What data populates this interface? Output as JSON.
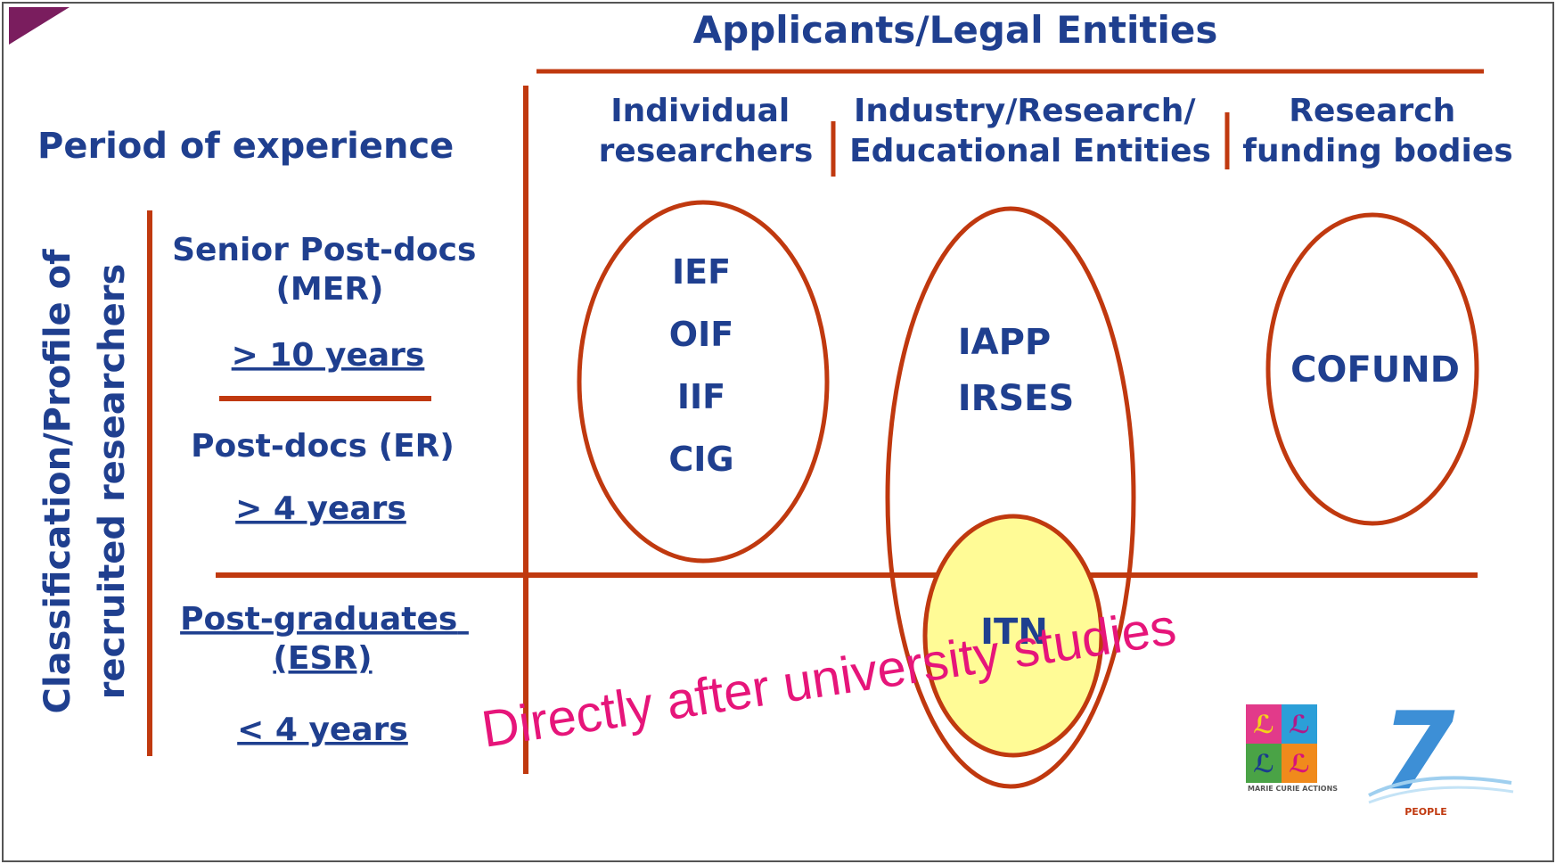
{
  "header": {
    "title": "Applicants/Legal Entities"
  },
  "columns": {
    "individual": [
      "Individual",
      "researchers"
    ],
    "industry": [
      "Industry/Research/",
      "Educational  Entities"
    ],
    "funding": [
      "Research",
      "funding bodies"
    ]
  },
  "rows": {
    "period_label": "Period of experience",
    "side_label": [
      "Classification/Profile of",
      "recruited researchers"
    ],
    "senior": {
      "title": [
        "Senior Post-docs",
        "(MER)"
      ],
      "years": "> 10 years"
    },
    "postdoc": {
      "title": "Post-docs (ER)",
      "years": "> 4 years"
    },
    "postgrad": {
      "title": [
        "Post-graduates",
        "(ESR)"
      ],
      "years": "< 4 years"
    }
  },
  "programs": {
    "individual": [
      "IEF",
      "OIF",
      "IIF",
      "CIG"
    ],
    "industry": [
      "IAPP",
      "IRSES"
    ],
    "itn": "ITN",
    "funding": "COFUND"
  },
  "overlay_note": "Directly after university studies",
  "logos": {
    "marie_curie_label": "MARIE CURIE ACTIONS",
    "fp7_number": "7",
    "fp7_label": "PEOPLE"
  },
  "colors": {
    "line_red": "#c0390f",
    "text_blue": "#1f3f8f",
    "itn_fill": "#fffb96",
    "note_pink": "#e6157a",
    "corner_purple": "#7a1d5e"
  }
}
